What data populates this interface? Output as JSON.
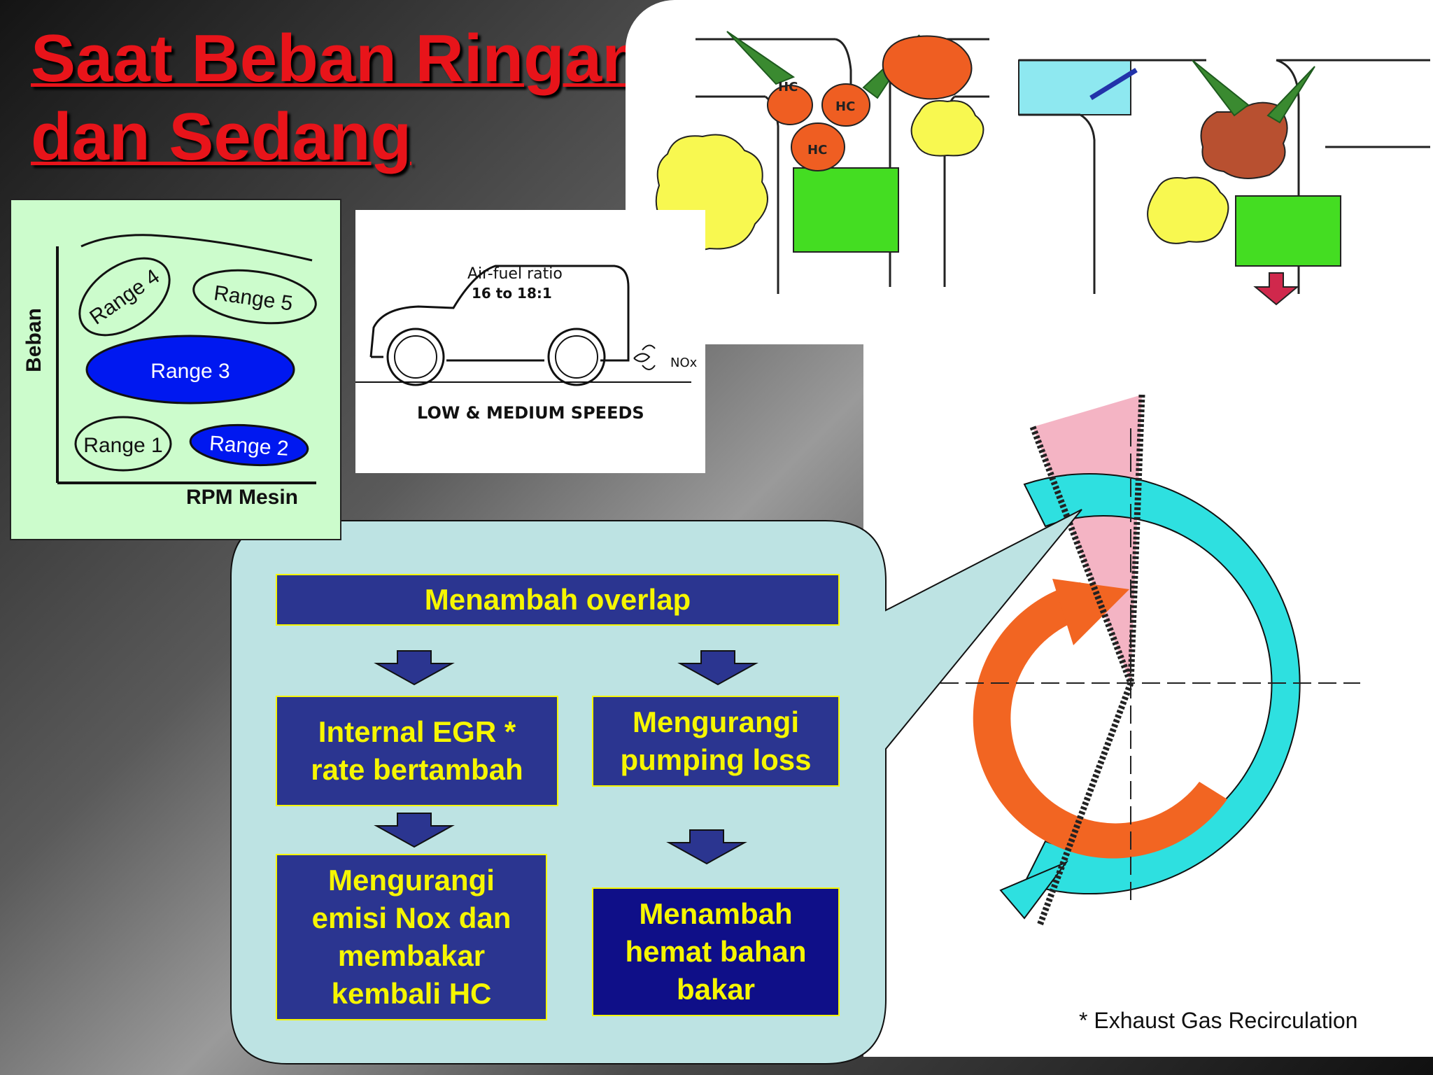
{
  "title": {
    "line1": "Saat Beban Ringan",
    "line2": "dan Sedang"
  },
  "range_chart": {
    "y_label": "Beban",
    "x_label": "RPM Mesin",
    "ranges": [
      {
        "label": "Range 4",
        "filled": false
      },
      {
        "label": "Range 5",
        "filled": false
      },
      {
        "label": "Range 3",
        "filled": true
      },
      {
        "label": "Range 1",
        "filled": false
      },
      {
        "label": "Range 2",
        "filled": true
      }
    ],
    "fill_color": "#0018f0"
  },
  "car_figure": {
    "ratio_label": "Air-fuel ratio",
    "ratio_value": "16 to 18:1",
    "emission_label": "NOx",
    "caption": "LOW & MEDIUM SPEEDS"
  },
  "combustion_figure": {
    "hc_labels": [
      "HC",
      "HC",
      "HC"
    ]
  },
  "flow": {
    "top": "Menambah overlap",
    "left_mid": "Internal EGR *\nrate bertambah",
    "right_mid": "Mengurangi\npumping loss",
    "left_bottom": "Mengurangi\nemisi  Nox dan\nmembakar\nkembali  HC",
    "right_bottom": "Menambah\nhemat bahan\nbakar",
    "box_color": "#2b3590",
    "text_color": "#f6f600"
  },
  "footnote": "* Exhaust Gas Recirculation",
  "colors": {
    "title": "#e8141a",
    "callout": "#bde3e3",
    "intake_arc": "#2ee0e0",
    "exhaust_arc": "#f26522",
    "overlap": "#f4b4c4"
  }
}
